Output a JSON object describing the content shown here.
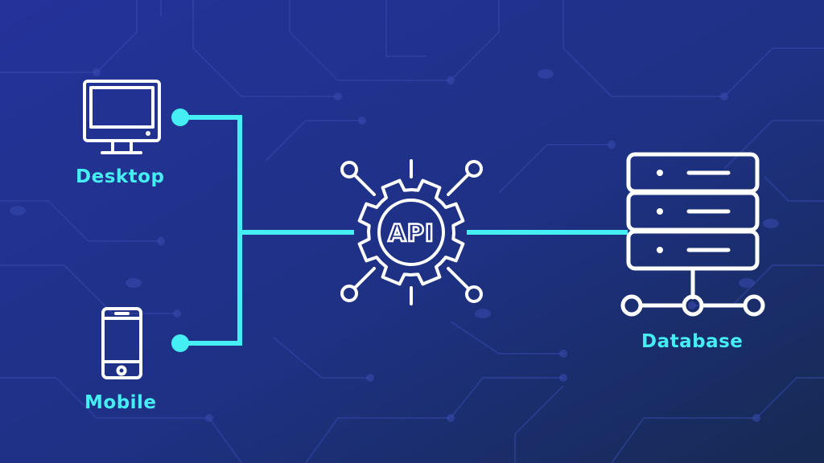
{
  "diagram": {
    "nodes": {
      "desktop": {
        "label": "Desktop",
        "icon": "desktop-monitor-icon"
      },
      "mobile": {
        "label": "Mobile",
        "icon": "smartphone-icon"
      },
      "api": {
        "label": "API",
        "icon": "api-gear-icon"
      },
      "database": {
        "label": "Database",
        "icon": "database-server-icon"
      }
    },
    "edges": [
      {
        "from": "desktop",
        "to": "api"
      },
      {
        "from": "mobile",
        "to": "api"
      },
      {
        "from": "api",
        "to": "database"
      }
    ]
  },
  "colors": {
    "background_start": "#24329a",
    "background_end": "#162a52",
    "connector": "#45eef2",
    "label": "#45eef2",
    "icon_stroke": "#ffffff"
  }
}
